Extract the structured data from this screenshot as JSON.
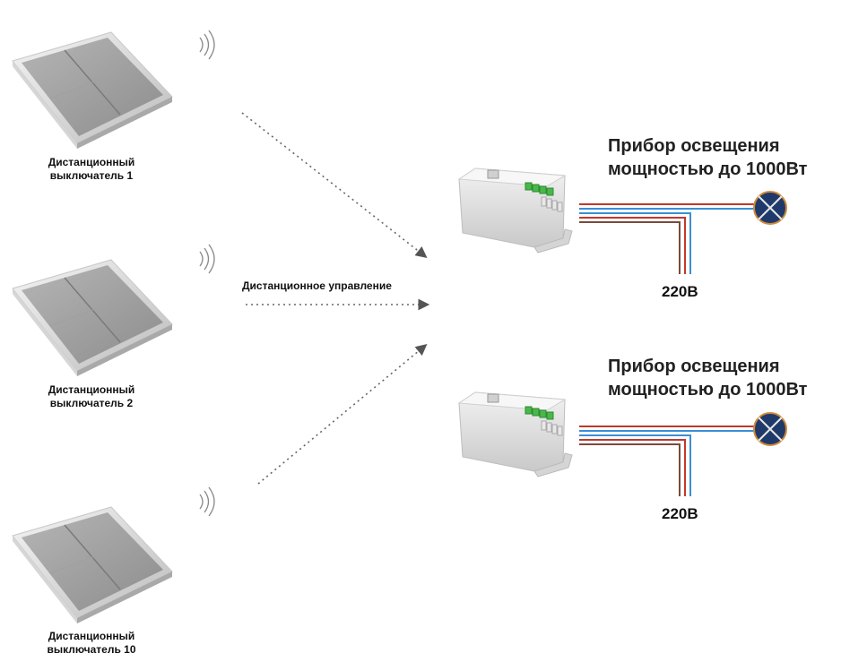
{
  "switches": [
    {
      "label_line1": "Дистанционный",
      "label_line2": "выключатель 1"
    },
    {
      "label_line1": "Дистанционный",
      "label_line2": "выключатель 2"
    },
    {
      "label_line1": "Дистанционный",
      "label_line2": "выключатель 10"
    }
  ],
  "remote_control_label": "Дистанционное управление",
  "receivers": [
    {
      "title_line1": "Прибор освещения",
      "title_line2": "мощностью до 1000Вт",
      "voltage": "220В"
    },
    {
      "title_line1": "Прибор освещения",
      "title_line2": "мощностью до 1000Вт",
      "voltage": "220В"
    }
  ],
  "colors": {
    "switch_plate": "#9e9e9e",
    "wire_red": "#c0392b",
    "wire_blue": "#3a8fd6",
    "lamp_fill": "#1f3a6a",
    "lamp_ring": "#d08a3a",
    "terminal_green": "#49b84b"
  }
}
